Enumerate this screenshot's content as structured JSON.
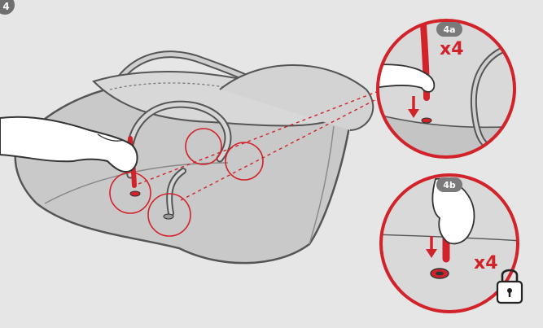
{
  "step": {
    "number": "4"
  },
  "detail_a": {
    "label": "4a",
    "count": "x4"
  },
  "detail_b": {
    "label": "4b",
    "count": "x4"
  },
  "icons": {
    "lock": "lock-icon"
  },
  "colors": {
    "background": "#e6e6e6",
    "accent": "#d2232a",
    "line": "#555555",
    "bag": "#c9c9c9"
  }
}
